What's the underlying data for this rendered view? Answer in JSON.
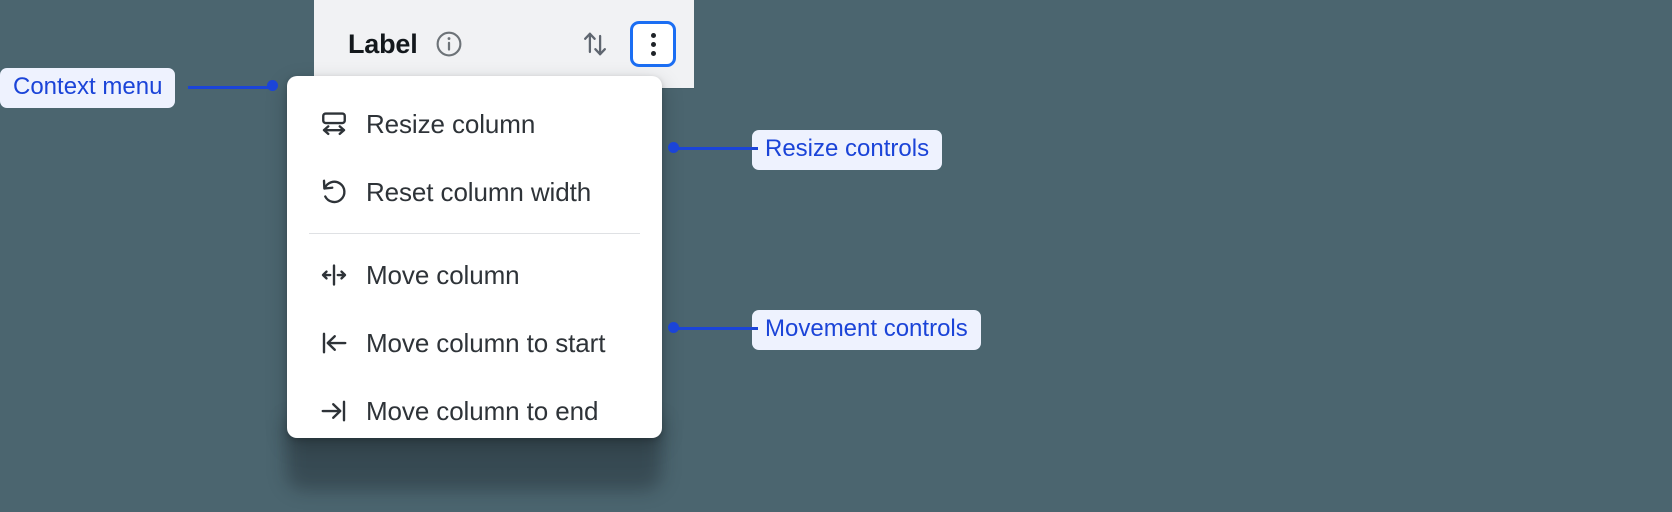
{
  "background_color": "#4b656f",
  "column_header": {
    "title": "Label",
    "panel_color": "#f1f2f4",
    "info_icon": "info-circle-icon",
    "sort_icon": "sort-up-down-icon",
    "kebab_icon": "more-vertical-icon",
    "focus_ring_color": "#1b6ef3"
  },
  "menu": {
    "groups": [
      {
        "name": "resize",
        "items": [
          {
            "label": "Resize column",
            "icon": "resize-column-icon"
          },
          {
            "label": "Reset column width",
            "icon": "reset-width-icon"
          }
        ]
      },
      {
        "name": "movement",
        "items": [
          {
            "label": "Move column",
            "icon": "move-column-icon"
          },
          {
            "label": "Move column to start",
            "icon": "move-to-start-icon"
          },
          {
            "label": "Move column to end",
            "icon": "move-to-end-icon"
          }
        ]
      }
    ]
  },
  "annotations": {
    "accent_color": "#1b44d8",
    "chip_bg": "#eef2fe",
    "items": [
      {
        "label": "Context menu"
      },
      {
        "label": "Resize controls"
      },
      {
        "label": "Movement controls"
      }
    ]
  }
}
